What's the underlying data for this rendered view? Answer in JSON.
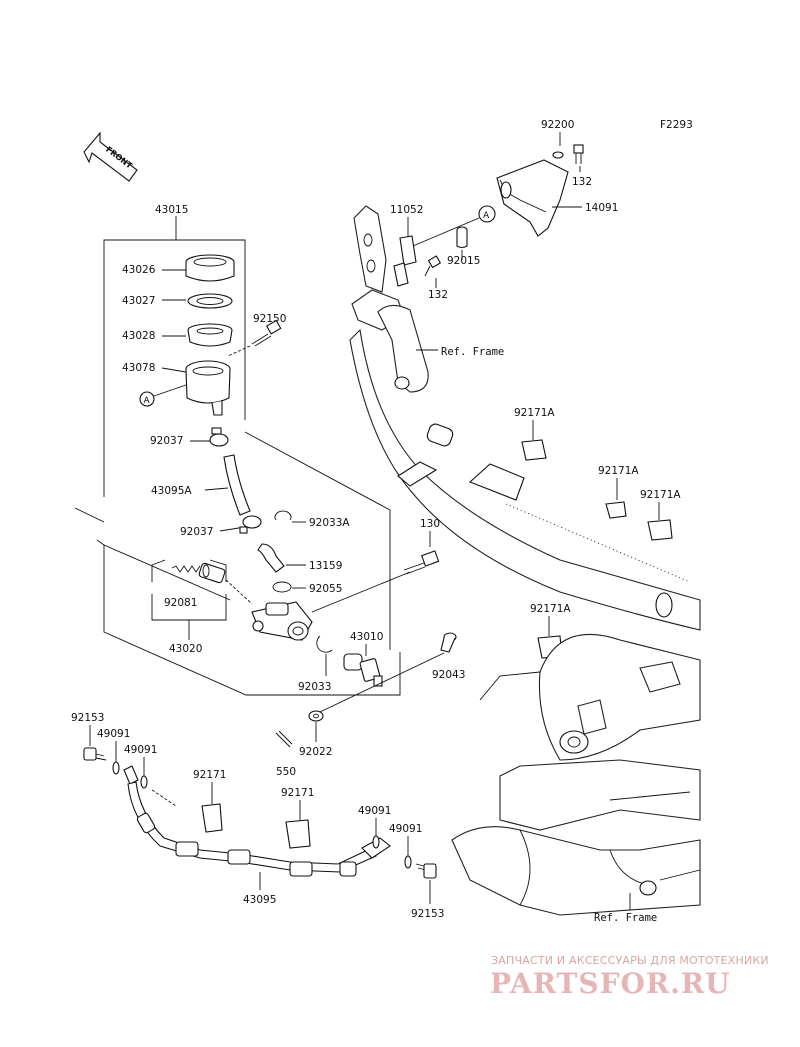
{
  "figure_code": "F2293",
  "front_arrow": "FRONT",
  "ref_frame_upper": "Ref. Frame",
  "ref_frame_lower": "Ref. Frame",
  "watermark": {
    "tagline": "ЗАПЧАСТИ И АКСЕССУАРЫ ДЛЯ МОТОТЕХНИКИ",
    "brand": "PARTSFOR.RU"
  },
  "ref_circle": "A",
  "parts": {
    "p43015": "43015",
    "p43026": "43026",
    "p43027": "43027",
    "p43028": "43028",
    "p43078": "43078",
    "p92150": "92150",
    "p92037a": "92037",
    "p43095a": "43095A",
    "p92037b": "92037",
    "p92033a": "92033A",
    "p13159": "13159",
    "p92055": "92055",
    "p92081": "92081",
    "p43020": "43020",
    "p130": "130",
    "p43010": "43010",
    "p92043": "92043",
    "p92033": "92033",
    "p92022": "92022",
    "p550": "550",
    "p92200": "92200",
    "p132a": "132",
    "p14091": "14091",
    "p11052": "11052",
    "p92015": "92015",
    "p132b": "132",
    "p92171a1": "92171A",
    "p92171a2": "92171A",
    "p92171a3": "92171A",
    "p92171a4": "92171A",
    "p92153a": "92153",
    "p49091a": "49091",
    "p49091b": "49091",
    "p92171b": "92171",
    "p92171c": "92171",
    "p49091c": "49091",
    "p49091d": "49091",
    "p43095": "43095",
    "p92153b": "92153"
  }
}
